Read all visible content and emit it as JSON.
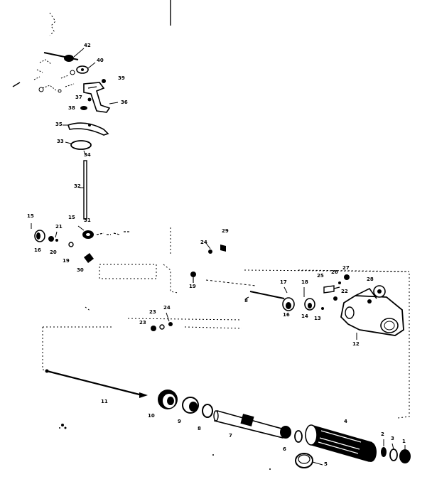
{
  "colors": {
    "ink": "#000000",
    "paper": "#ffffff"
  },
  "callouts": [
    {
      "id": "c42",
      "text": "42"
    },
    {
      "id": "c40",
      "text": "40"
    },
    {
      "id": "c39",
      "text": "39"
    },
    {
      "id": "c37",
      "text": "37"
    },
    {
      "id": "c38",
      "text": "38"
    },
    {
      "id": "c36",
      "text": "36"
    },
    {
      "id": "c35",
      "text": "35"
    },
    {
      "id": "c33",
      "text": "33"
    },
    {
      "id": "c34",
      "text": "34"
    },
    {
      "id": "c32",
      "text": "32"
    },
    {
      "id": "c15a",
      "text": "15"
    },
    {
      "id": "c15b",
      "text": "15"
    },
    {
      "id": "c31",
      "text": "31"
    },
    {
      "id": "c21",
      "text": "21"
    },
    {
      "id": "c16",
      "text": "16"
    },
    {
      "id": "c20",
      "text": "20"
    },
    {
      "id": "c19a",
      "text": "19"
    },
    {
      "id": "c30",
      "text": "30"
    },
    {
      "id": "c24a",
      "text": "24"
    },
    {
      "id": "c29",
      "text": "29"
    },
    {
      "id": "c19b",
      "text": "19"
    },
    {
      "id": "c25",
      "text": "25"
    },
    {
      "id": "c26",
      "text": "26"
    },
    {
      "id": "c27",
      "text": "27"
    },
    {
      "id": "c28",
      "text": "28"
    },
    {
      "id": "c17",
      "text": "17"
    },
    {
      "id": "c18",
      "text": "18"
    },
    {
      "id": "c22",
      "text": "22"
    },
    {
      "id": "c8",
      "text": "8"
    },
    {
      "id": "c16b",
      "text": "16"
    },
    {
      "id": "c14",
      "text": "14"
    },
    {
      "id": "c13",
      "text": "13"
    },
    {
      "id": "c12",
      "text": "12"
    },
    {
      "id": "c23a",
      "text": "23"
    },
    {
      "id": "c24b",
      "text": "24"
    },
    {
      "id": "c23b",
      "text": "23"
    },
    {
      "id": "c11",
      "text": "11"
    },
    {
      "id": "c10",
      "text": "10"
    },
    {
      "id": "c9",
      "text": "9"
    },
    {
      "id": "c8b",
      "text": "8"
    },
    {
      "id": "c7",
      "text": "7"
    },
    {
      "id": "c6",
      "text": "6"
    },
    {
      "id": "c4",
      "text": "4"
    },
    {
      "id": "c2",
      "text": "2"
    },
    {
      "id": "c3",
      "text": "3"
    },
    {
      "id": "c1",
      "text": "1"
    },
    {
      "id": "c5",
      "text": "5"
    }
  ]
}
